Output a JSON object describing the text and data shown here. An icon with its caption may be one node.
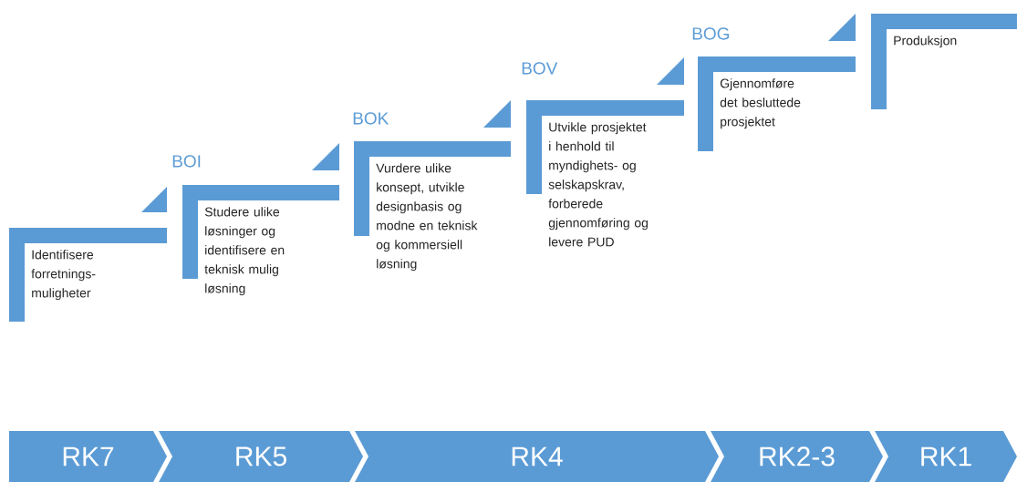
{
  "diagram": {
    "nodes": [
      {
        "text": [
          "Identifisere forretnings-muligheter"
        ]
      },
      {
        "text": [
          "BOI"
        ]
      },
      {
        "text": [
          "Studere ulike løsninger og identifisere en teknisk mulig løsning"
        ]
      },
      {
        "text": [
          "BOK"
        ]
      },
      {
        "text": [
          "Vurdere ulike konsept, utvikle designbasis og modne en teknisk og kommersiell løsning"
        ]
      },
      {
        "text": [
          "BOV"
        ]
      },
      {
        "text": [
          "Utvikle prosjektet i henhold til myndighets- og selskapskrav, forberede gjennomføring og levere PUD"
        ]
      },
      {
        "text": [
          "BOG"
        ]
      },
      {
        "text": [
          "Gjennomføre det besluttede prosjektet"
        ]
      },
      {
        "text": [],
        "shape": "triangle"
      },
      {
        "text": [
          "Produksjon"
        ]
      },
      {
        "text": [
          "RK7"
        ]
      },
      {
        "text": [
          "RK5"
        ]
      },
      {
        "text": [
          "RK4"
        ]
      },
      {
        "text": [
          "RK2-3"
        ]
      },
      {
        "text": [
          "RK1"
        ]
      }
    ]
  }
}
